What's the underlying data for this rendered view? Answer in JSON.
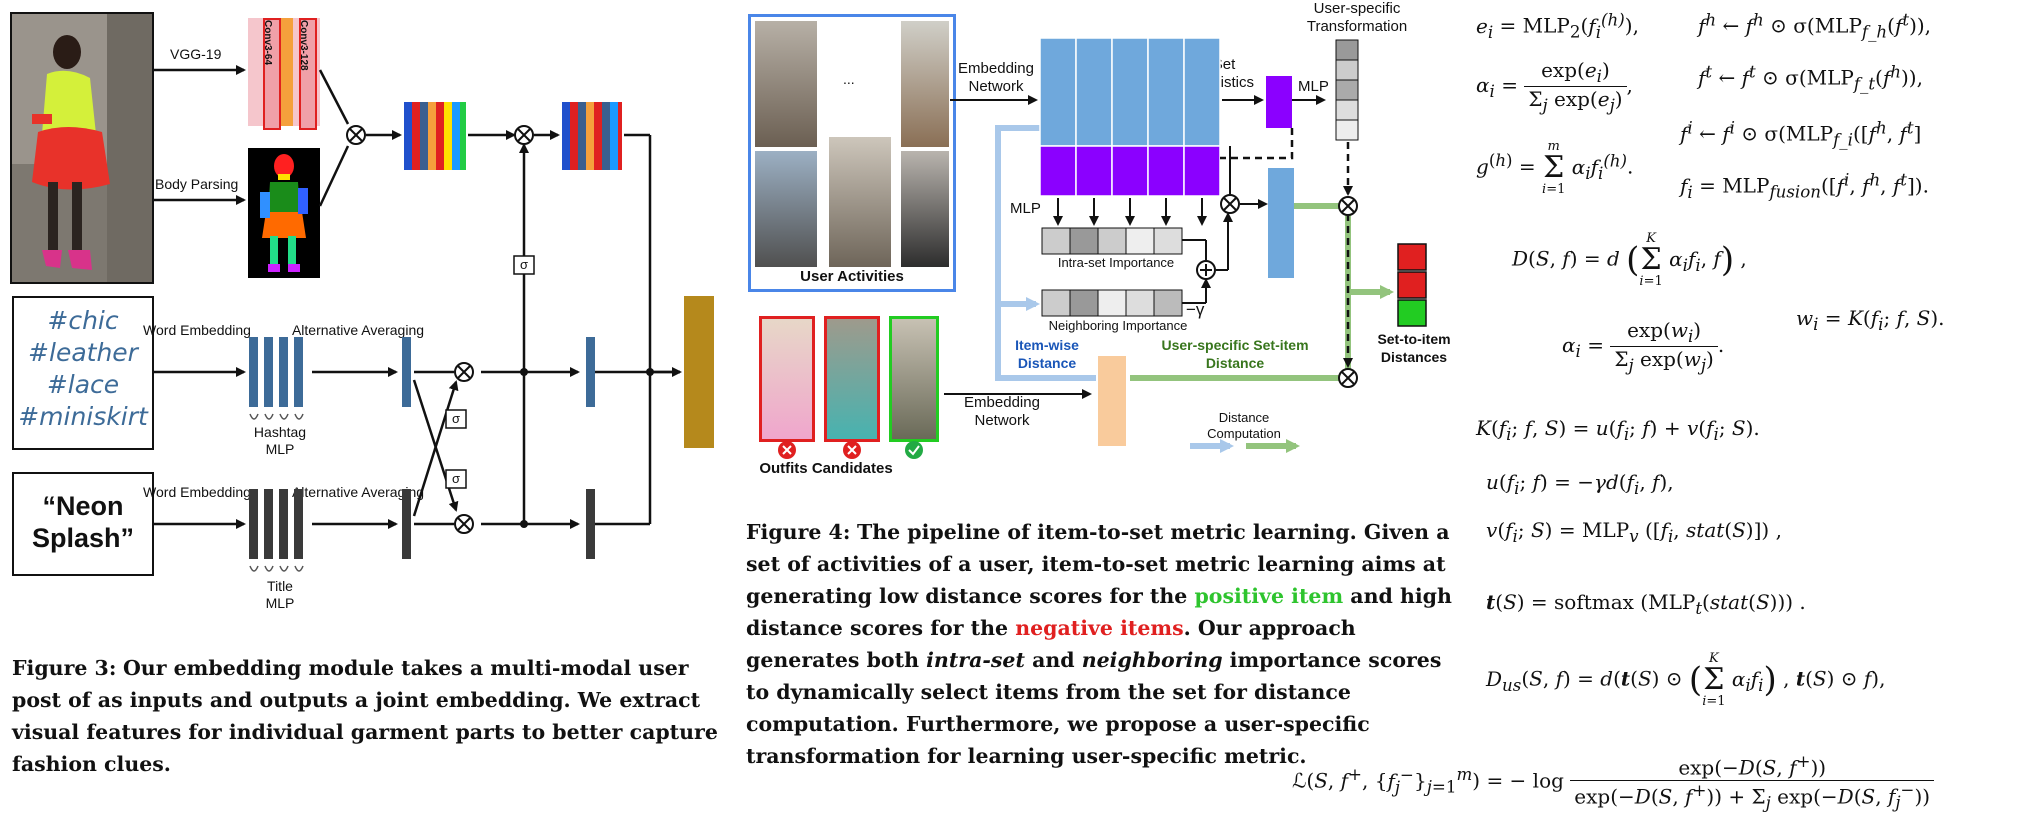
{
  "fig3": {
    "hashtags": [
      "#chic",
      "#leather",
      "#lace",
      "#miniskirt"
    ],
    "title_text": [
      "“Neon",
      "Splash”"
    ],
    "labels": {
      "vgg": "VGG-19",
      "body_parsing": "Body Parsing",
      "conv_a": "Conv3-64",
      "conv_b": "Conv3-128",
      "word_embedding": "Word Embedding",
      "alternative_averaging": "Alternative Averaging",
      "hashtag_mlp": "Hashtag MLP",
      "title_mlp": "Title MLP",
      "sigma": "σ"
    },
    "caption": {
      "fig": "Figure 3:",
      "text": "Our embedding module takes a multi-modal user post of as inputs and outputs a joint embedding. We extract visual features for individual garment parts to better capture fashion clues."
    }
  },
  "fig4": {
    "labels": {
      "user_activities": "User Activities",
      "ellipsis": "...",
      "embedding_network_top": "Embedding Network",
      "set_statistics": "Set Statistics",
      "mlp_right": "MLP",
      "user_specific_transformation": "User-specific Transformation",
      "mlp_left": "MLP",
      "intra_set_importance": "Intra-set Importance",
      "neighboring_importance": "Neighboring Importance",
      "gamma": "−γ",
      "item_wise_distance": "Item-wise Distance",
      "user_specific_set_item_distance": "User-specific Set-item Distance",
      "set_to_item_distances": "Set-to-item Distances",
      "outfits_candidates": "Outfits Candidates",
      "embedding_network_bottom": "Embedding Network",
      "distance_computation": "Distance Computation"
    },
    "caption": {
      "fig": "Figure 4:",
      "part1": "The pipeline of item-to-set metric learning. Given a set of activities of a user, item-to-set metric learning aims at generating low distance scores for the ",
      "positive": "positive item",
      "part2": " and high distance scores for the ",
      "negative": "negative items",
      "part3": ". Our approach generates both ",
      "intra": "intra-set",
      "part4": " and ",
      "neighboring": "neighboring",
      "part5": " importance scores to dynamically select items from the set for distance computation. Furthermore, we propose a user-specific transformation for learning user-specific metric."
    }
  },
  "colors": {
    "bar_blue": "#3d6b98",
    "bar_dark": "#3a3a3a",
    "gold": "#b5891c",
    "matrix_blue": "#6fa8dc",
    "matrix_purple": "#8b00ff",
    "arrow_blue": "#a9c8ea",
    "arrow_green": "#93c47d",
    "peach": "#f9cb9c",
    "box_red": "#e02020",
    "box_green": "#22cc22",
    "ua_border": "#4a86e8"
  }
}
